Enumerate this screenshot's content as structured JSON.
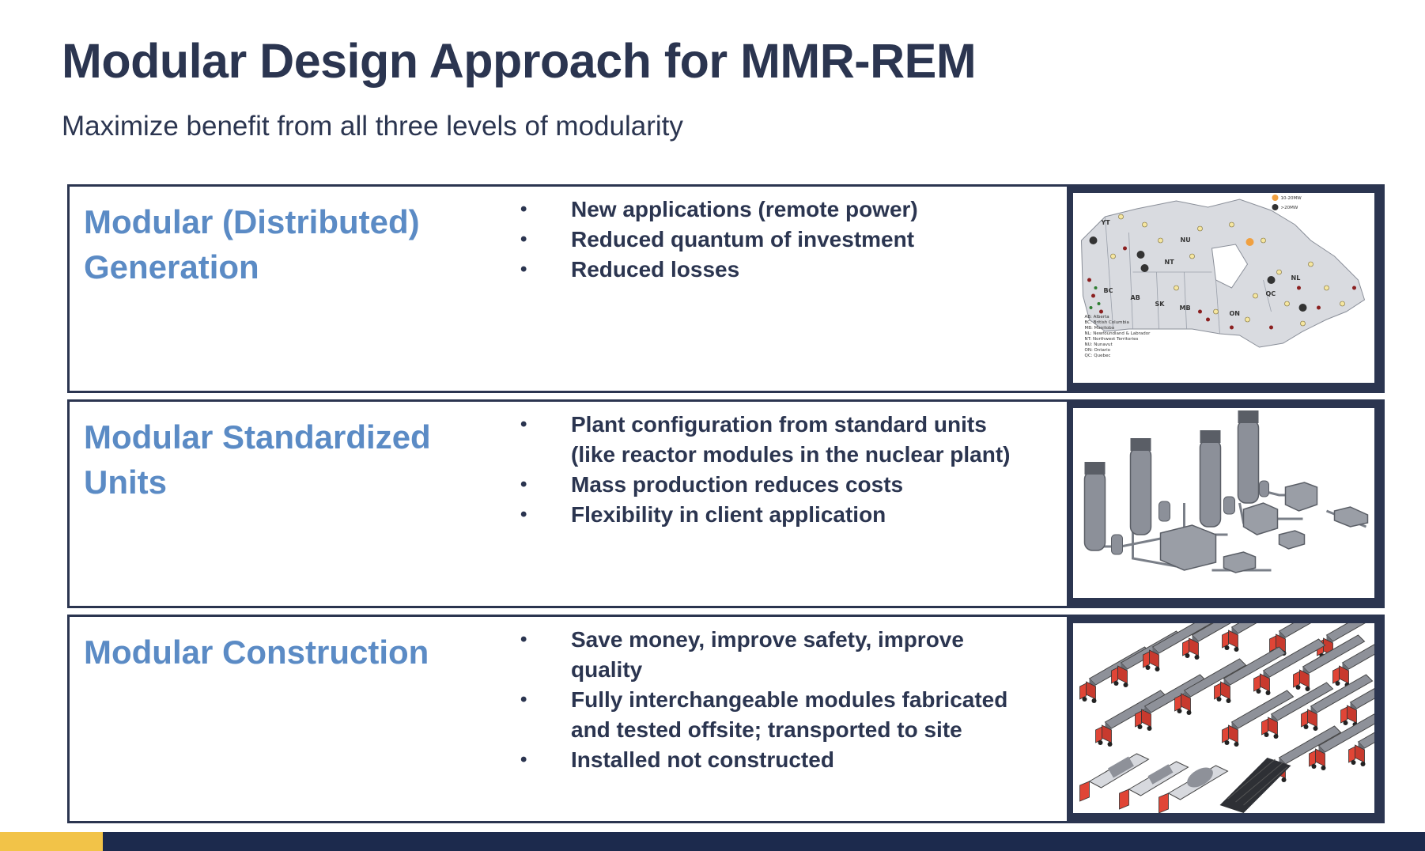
{
  "title": "Modular Design Approach for MMR-REM",
  "subtitle": "Maximize benefit from all three levels of modularity",
  "rows": [
    {
      "title": "Modular (Distributed) Generation",
      "bullets": [
        "New applications (remote power)",
        "Reduced quantum of investment",
        "Reduced losses"
      ],
      "image": "canada-map-image",
      "map_labels": [
        "YT",
        "NU",
        "NT",
        "BC",
        "AB",
        "SK",
        "MB",
        "ON",
        "QC",
        "NL"
      ],
      "map_legend": [
        "AB: Alberta",
        "BC: British Columbia",
        "MB: Manitoba",
        "NL: Newfoundland & Labrador",
        "NT: Northwest Territories",
        "NU: Nunavut",
        "ON: Ontario",
        "QC: Quebec"
      ],
      "map_key": [
        "10-20MW",
        ">20MW"
      ]
    },
    {
      "title": "Modular Standardized Units",
      "bullets": [
        "Plant configuration from standard units (like reactor modules in the nuclear plant)",
        "Mass production reduces costs",
        "Flexibility in client application"
      ],
      "image": "reactor-modules-image"
    },
    {
      "title": "Modular Construction",
      "bullets": [
        "Save money, improve safety, improve quality",
        "Fully interchangeable modules fabricated and tested offsite; transported to site",
        "Installed not constructed"
      ],
      "image": "trucks-transport-image"
    }
  ],
  "colors": {
    "title": "#2b3550",
    "row_title": "#5b8bc5",
    "frame": "#2b3550",
    "footer": "#1c2a4d",
    "footer_accent": "#f2c348"
  }
}
